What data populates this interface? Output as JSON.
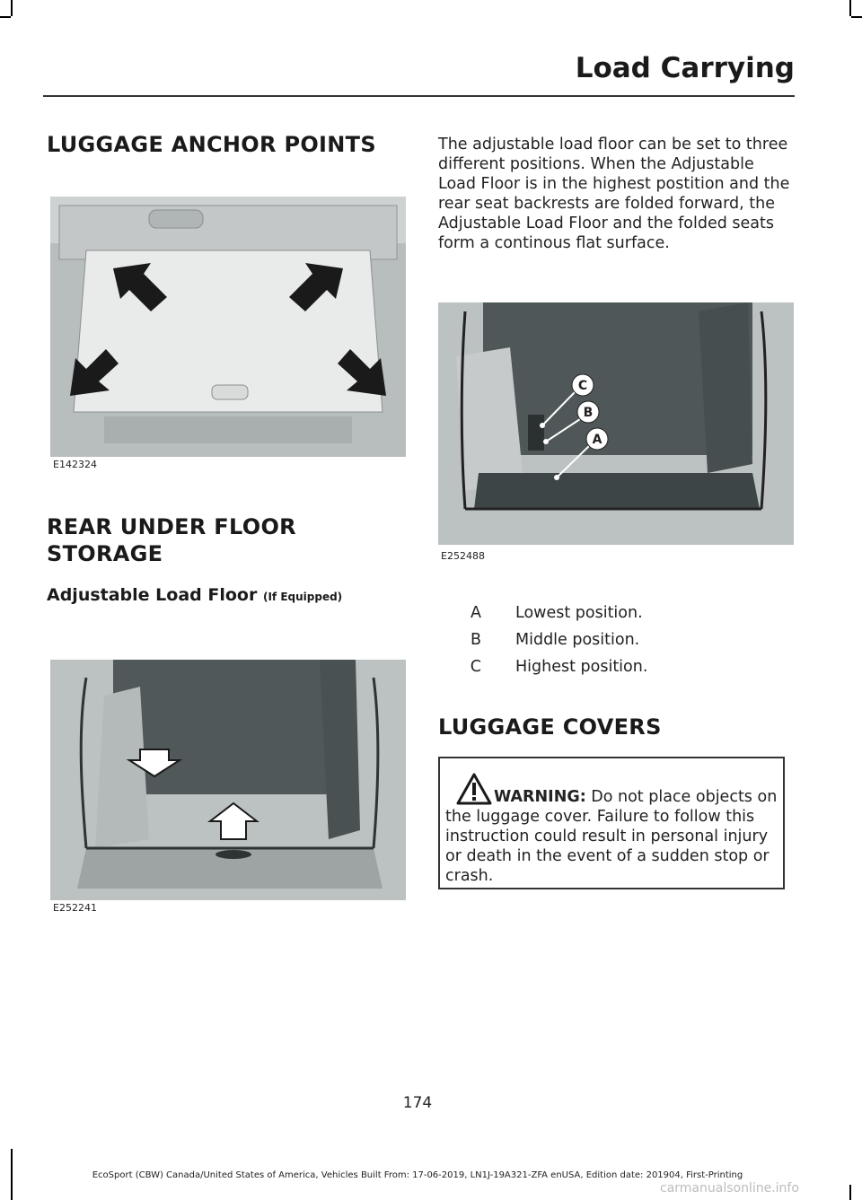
{
  "header": {
    "title": "Load Carrying"
  },
  "sections": {
    "anchor_points_heading": "LUGGAGE ANCHOR POINTS",
    "under_floor_heading_line1": "REAR UNDER FLOOR",
    "under_floor_heading_line2": "STORAGE",
    "adjustable_floor_heading": "Adjustable Load Floor",
    "adjustable_floor_suffix": "(If Equipped)",
    "luggage_covers_heading": "LUGGAGE COVERS"
  },
  "figures": {
    "anchor_code": "E142324",
    "floor_code": "E252241",
    "positions_code": "E252488",
    "positions_callouts": [
      "C",
      "B",
      "A"
    ]
  },
  "intro_paragraph": "The adjustable load floor can be set to three different positions. When the Adjustable Load Floor is in the highest postition and the rear seat backrests are folded forward, the Adjustable Load Floor and the folded seats form a continous flat surface.",
  "legend": [
    {
      "key": "A",
      "text": "Lowest position."
    },
    {
      "key": "B",
      "text": "Middle position."
    },
    {
      "key": "C",
      "text": "Highest position."
    }
  ],
  "warning": {
    "label": "WARNING:",
    "text": " Do not place objects on the luggage cover. Failure to follow this instruction could result in personal injury or death in the event of a sudden stop or crash."
  },
  "page_number": "174",
  "footer": "EcoSport (CBW) Canada/United States of America, Vehicles Built From: 17-06-2019, LN1J-19A321-ZFA enUSA, Edition date: 201904, First-Printing",
  "watermark": "carmanualsonline.info"
}
